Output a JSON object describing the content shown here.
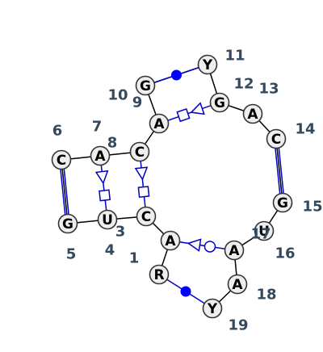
{
  "diagram": {
    "nucleotides": [
      {
        "n": 1,
        "letter": "R",
        "label": "1"
      },
      {
        "n": 2,
        "letter": "A",
        "label": ""
      },
      {
        "n": 3,
        "letter": "C",
        "label": "3"
      },
      {
        "n": 4,
        "letter": "U",
        "label": "4"
      },
      {
        "n": 5,
        "letter": "G",
        "label": "5"
      },
      {
        "n": 6,
        "letter": "C",
        "label": "6"
      },
      {
        "n": 7,
        "letter": "A",
        "label": "7"
      },
      {
        "n": 8,
        "letter": "C",
        "label": "8"
      },
      {
        "n": 9,
        "letter": "A",
        "label": "9"
      },
      {
        "n": 10,
        "letter": "G",
        "label": "10"
      },
      {
        "n": 11,
        "letter": "Y",
        "label": "11"
      },
      {
        "n": 12,
        "letter": "G",
        "label": "12"
      },
      {
        "n": 13,
        "letter": "A",
        "label": "13"
      },
      {
        "n": 14,
        "letter": "C",
        "label": "14"
      },
      {
        "n": 15,
        "letter": "G",
        "label": "15"
      },
      {
        "n": 16,
        "letter": "U",
        "label": "16"
      },
      {
        "n": 17,
        "letter": "A",
        "label": "17"
      },
      {
        "n": 18,
        "letter": "A",
        "label": "18"
      },
      {
        "n": 19,
        "letter": "Y",
        "label": "19"
      }
    ],
    "pairs": [
      {
        "a": 5,
        "b": 6,
        "type": "watson-crick"
      },
      {
        "a": 14,
        "b": 15,
        "type": "watson-crick"
      },
      {
        "a": 10,
        "b": 11,
        "type": "filled-circle"
      },
      {
        "a": 1,
        "b": 19,
        "type": "filled-circle"
      },
      {
        "a": 9,
        "b": 12,
        "type": "square-triangle"
      },
      {
        "a": 7,
        "b": 4,
        "type": "triangle-square"
      },
      {
        "a": 8,
        "b": 3,
        "type": "triangle-square"
      },
      {
        "a": 2,
        "b": 17,
        "type": "triangle-circle"
      }
    ],
    "colors": {
      "pair_line": "#0000cc",
      "pair_fill": "#0000ff",
      "node_fill": "#eeeeee",
      "label": "#34495e"
    }
  }
}
